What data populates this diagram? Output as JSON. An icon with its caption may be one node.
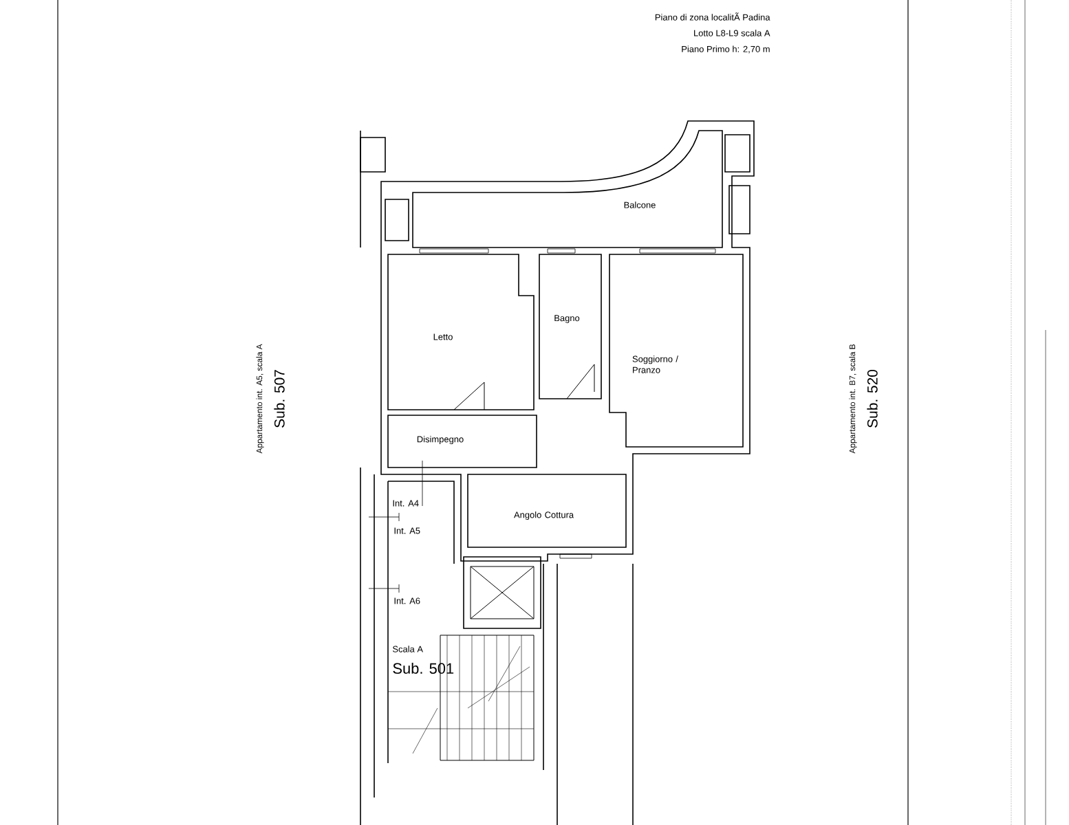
{
  "diagram": {
    "nodes": [
      {
        "text": [
          "Balcone"
        ]
      },
      {
        "text": [
          "Letto"
        ]
      },
      {
        "text": [
          "Bagno"
        ]
      },
      {
        "text": [
          "Soggiorno / Pranzo"
        ]
      },
      {
        "text": [
          "Disimpegno"
        ]
      },
      {
        "text": [
          "Angolo Cottura"
        ]
      }
    ],
    "labels": [
      "Piano di zona localitÃ  Padina",
      "Lotto L8-L9 scala A",
      "Piano Primo h: 2,70 m",
      "Appartamento int. A5, scala A",
      "Sub. 507",
      "Int. A4",
      "Int. A5",
      "Int. A6",
      "Scala A",
      "Sub. 501",
      "Appartamento int. B7, scala B",
      "Sub. 520"
    ]
  }
}
